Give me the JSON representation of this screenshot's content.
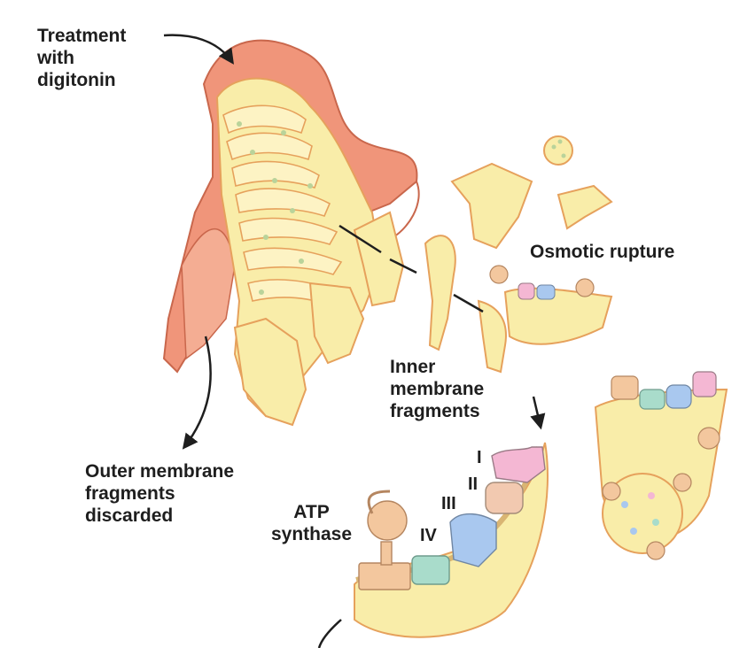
{
  "labels": {
    "treatment": [
      "Treatment",
      "with",
      "digitonin"
    ],
    "osmotic_rupture": "Osmotic rupture",
    "inner_membrane": [
      "Inner",
      "membrane",
      "fragments"
    ],
    "outer_membrane": [
      "Outer membrane",
      "fragments",
      "discarded"
    ],
    "atp_synthase": [
      "ATP",
      "synthase"
    ],
    "complexes": [
      "I",
      "II",
      "III",
      "IV"
    ]
  },
  "colors": {
    "outer_membrane": "#f0957a",
    "matrix": "#f9eda9",
    "cristae_edge": "#e6a15c",
    "complex_I": "#f4b7d3",
    "complex_II": "#f2c9b0",
    "complex_III": "#d8cdb0",
    "complex_IV": "#a9c8ef",
    "atp_synthase": "#f3c79e",
    "teal_protein": "#a9dccb",
    "arrow": "#1e1e1e"
  }
}
